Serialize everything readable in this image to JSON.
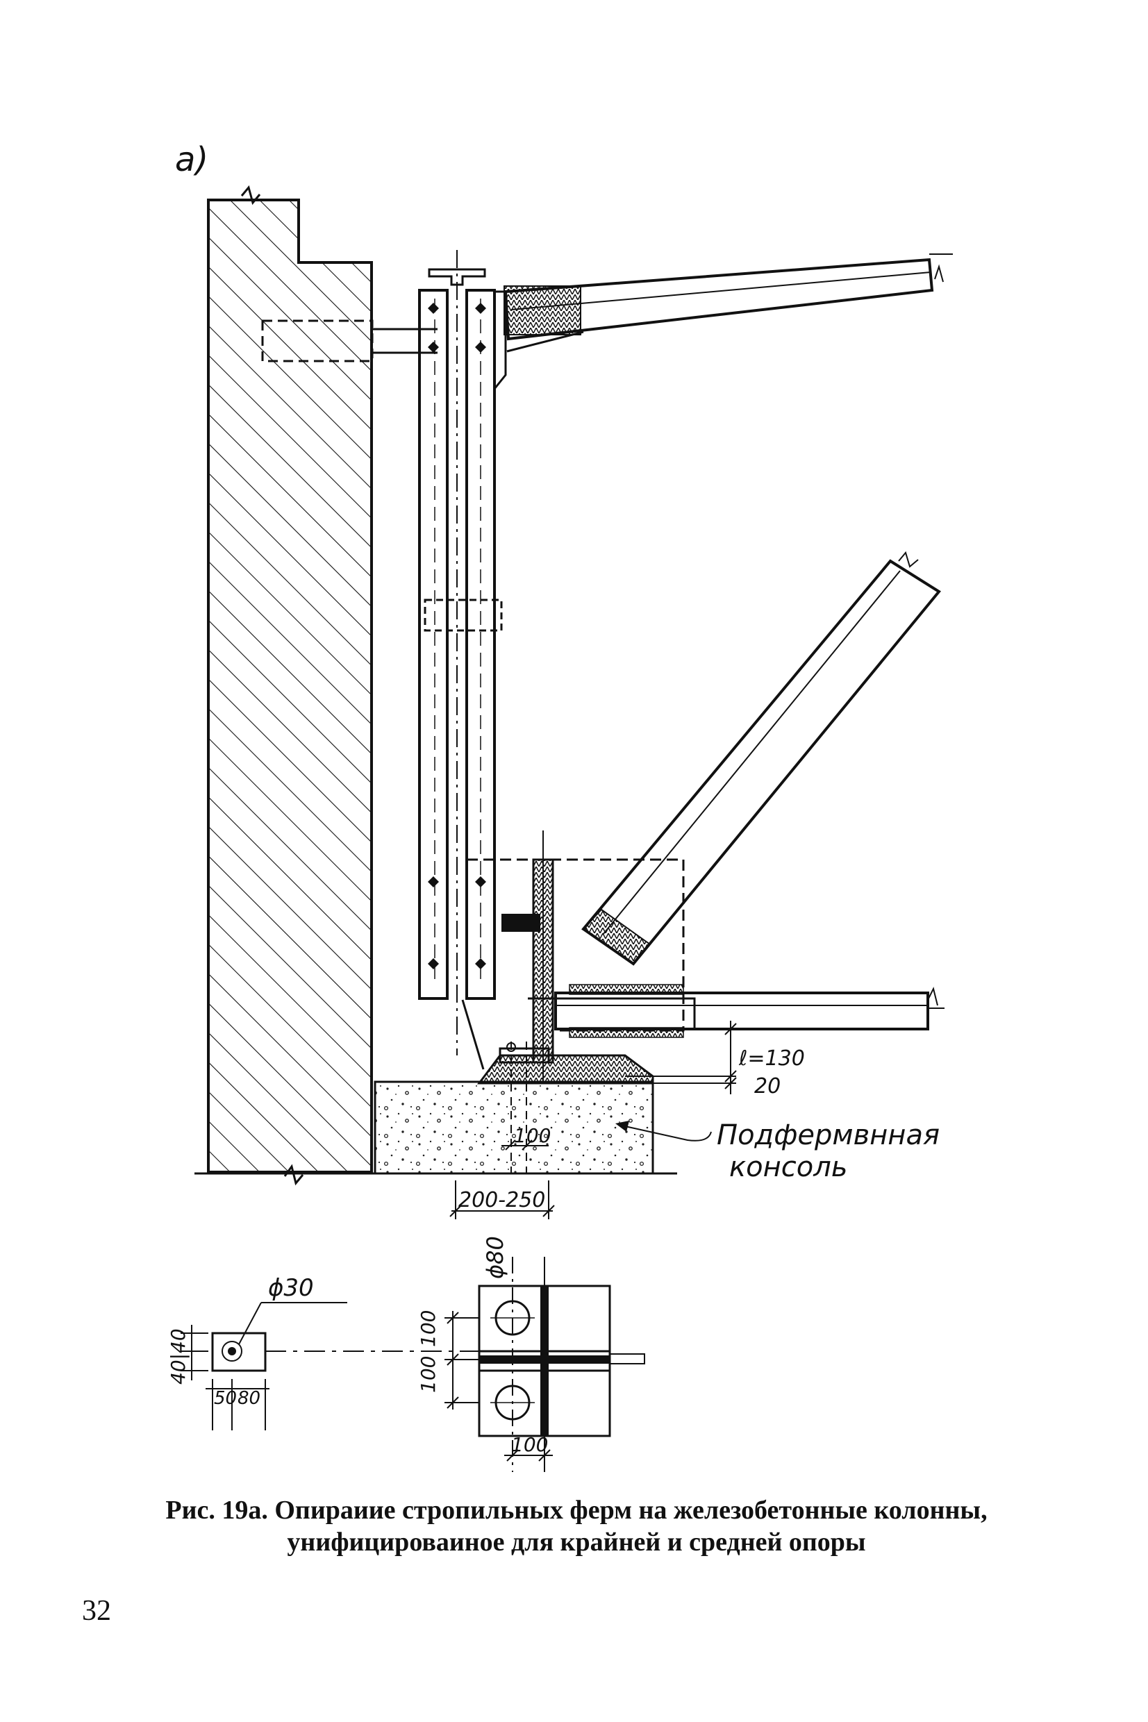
{
  "figure": {
    "panel_label": "а)",
    "dimensions": {
      "l_130": "ℓ=130",
      "gap_20": "20",
      "dim_100_top": "100",
      "dim_200_250": "200-250",
      "diam_30": "ϕ30",
      "diam_80": "ϕ80",
      "dim_40_40": "40|40",
      "dim_50": "50",
      "dim_80": "80",
      "dim_100_a": "100",
      "dim_100_b": "100",
      "dim_100_c": "100"
    },
    "callout": {
      "line1": "Подфермвнная",
      "line2": "консоль"
    }
  },
  "caption": {
    "line1": "Рис. 19а. Опираиие стропильных ферм на железобетонные колонны,",
    "line2": "унифицироваиное для крайней и средней опоры"
  },
  "page_number": "32"
}
